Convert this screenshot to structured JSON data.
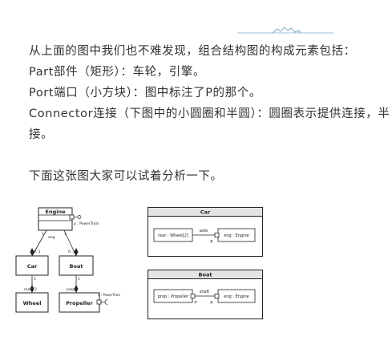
{
  "article": {
    "paragraphs": [
      "从上面的图中我们也不难发现，组合结构图的构成元素包括：",
      "Part部件（矩形）：车轮，引擎。",
      "Port端口（小方块）：图中标注了P的那个。",
      "Connector连接（下图中的小圆圈和半圆）：圆圈表示提供连接，半",
      "接。",
      "下面这张图大家可以试着分析一下。"
    ]
  },
  "colors": {
    "text": "#333333",
    "divider": "#9ec3dd",
    "diagram_line": "#222222",
    "header_fill": "#e4e4e4"
  },
  "class_diagram": {
    "classes": {
      "engine": "Engine",
      "car": "Car",
      "boat": "Boat",
      "wheel": "Wheel",
      "propeller": "Propeller"
    },
    "engine_port": "p : PowerTrain",
    "propeller_port": "e : PowerTrain",
    "labels": {
      "eng": "eng",
      "one_a": "1",
      "one_b": "1",
      "zero_one_a": "0..1",
      "zero_one_b": "0..1",
      "one_c": "1",
      "one_d": "1",
      "rear": "rear",
      "two": "2",
      "prop": "prop"
    }
  },
  "car_structure": {
    "title": "Car",
    "part_left": "rear : Wheel[2]",
    "part_right": "eng : Engine",
    "connector": "axle",
    "port": "p"
  },
  "boat_structure": {
    "title": "Boat",
    "part_left": "prop : Propeller",
    "part_right": "eng : Engine",
    "connector": "shaft",
    "port_left": "e",
    "port_right": "p"
  }
}
